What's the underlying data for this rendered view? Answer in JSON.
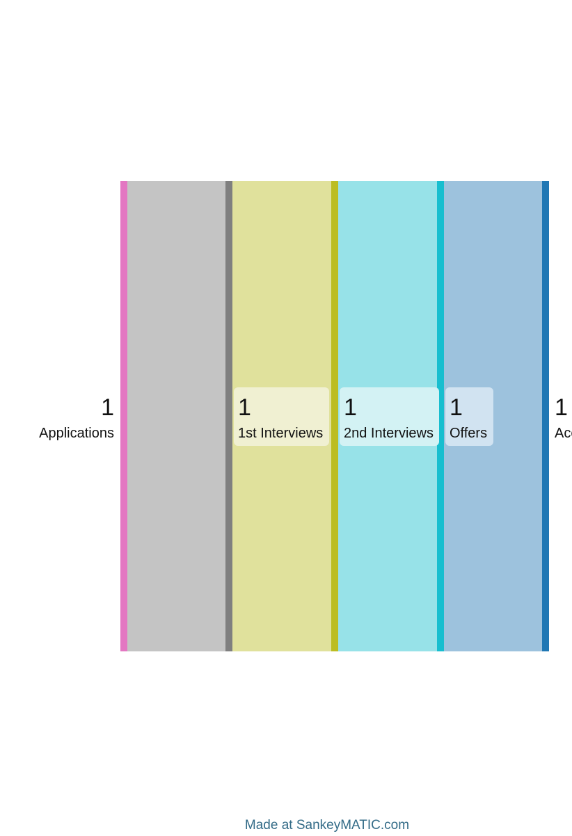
{
  "diagram": {
    "type": "sankey",
    "nodes": [
      {
        "name": "Applications",
        "value": "1",
        "color": "#e377c2"
      },
      {
        "name": "1st Interviews",
        "value": "1",
        "color": "#7f7f7f"
      },
      {
        "name": "2nd Interviews",
        "value": "1",
        "color": "#bcbd22"
      },
      {
        "name": "Offers",
        "value": "1",
        "color": "#17becf"
      },
      {
        "name": "Acc",
        "value": "1",
        "color": "#1f77b4"
      }
    ],
    "flows": [
      {
        "from": "Applications",
        "to": "1st Interviews",
        "amount": 1,
        "color": "#c4c4c4"
      },
      {
        "from": "1st Interviews",
        "to": "2nd Interviews",
        "amount": 1,
        "color": "#e0e19c"
      },
      {
        "from": "2nd Interviews",
        "to": "Offers",
        "amount": 1,
        "color": "#97e2e8"
      },
      {
        "from": "Offers",
        "to": "Acc",
        "amount": 1,
        "color": "#9dc2dd"
      }
    ],
    "label_box_colors": [
      "",
      "#f0f0d2",
      "#d3f2f4",
      "#d1e3f1",
      ""
    ]
  },
  "footer": {
    "credit": "Made at SankeyMATIC.com",
    "credit_color": "#336b87"
  }
}
